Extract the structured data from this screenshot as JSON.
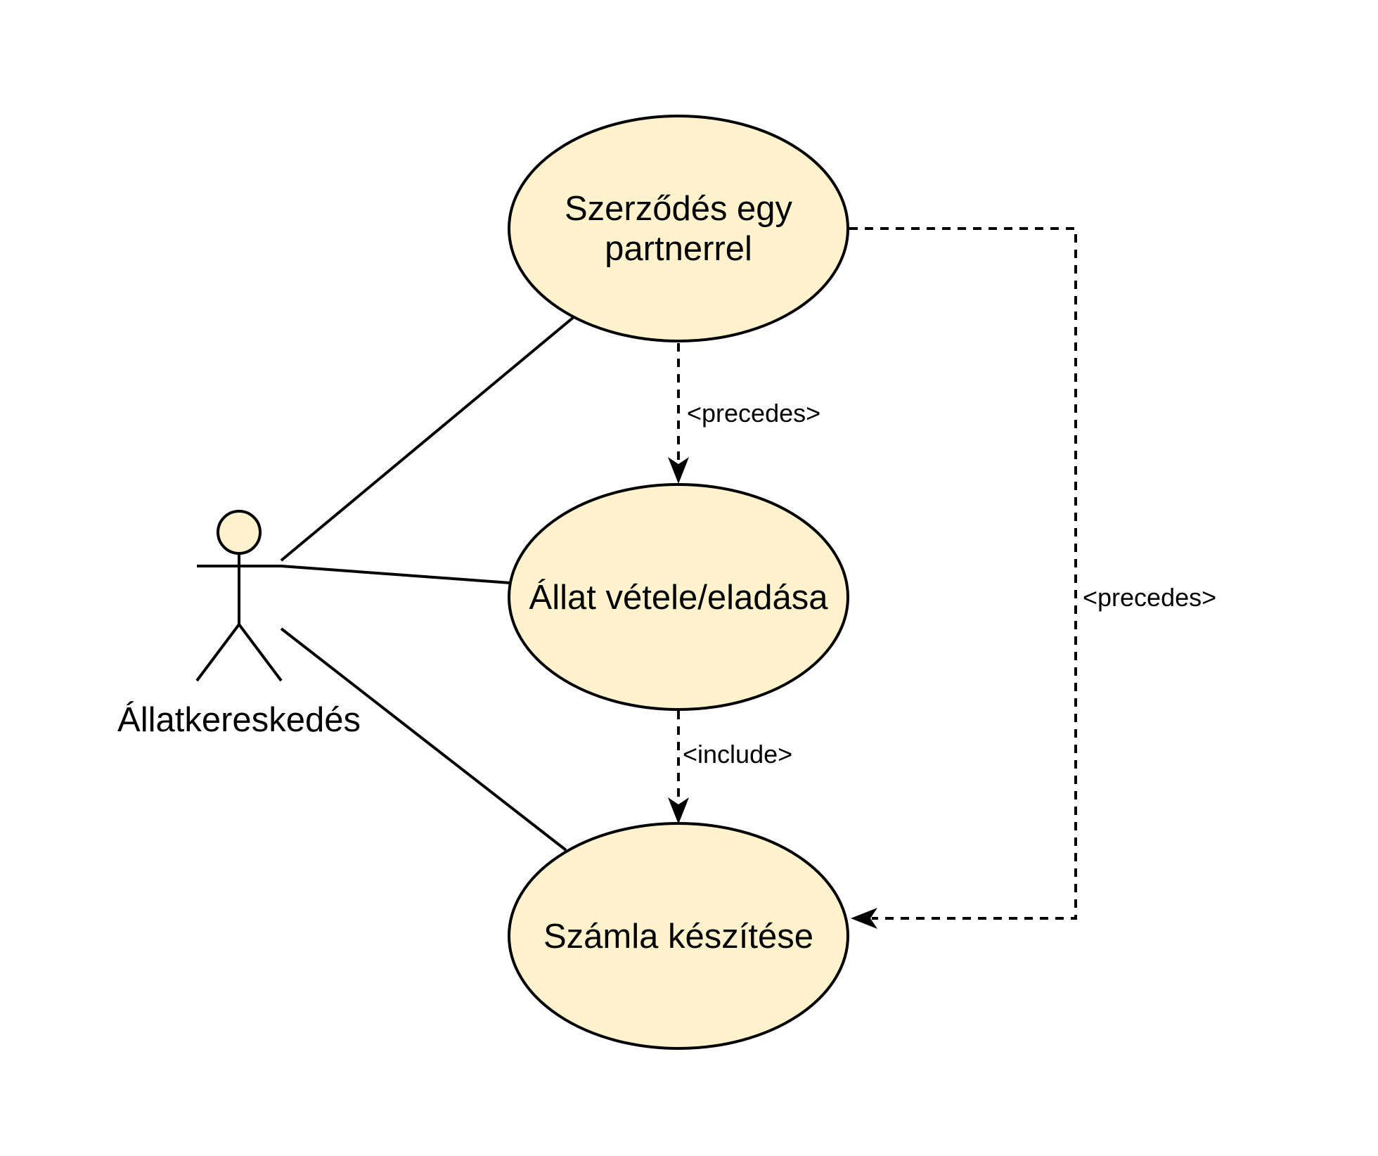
{
  "actor": {
    "label": "Állatkereskedés"
  },
  "use_cases": [
    {
      "id": "contract",
      "line1": "Szerződés egy",
      "line2": "partnerrel"
    },
    {
      "id": "trade",
      "line1": "Állat vétele/eladása"
    },
    {
      "id": "invoice",
      "line1": "Számla készítése"
    }
  ],
  "relations": [
    {
      "from": "contract",
      "to": "trade",
      "label": "<precedes>"
    },
    {
      "from": "trade",
      "to": "invoice",
      "label": "<include>"
    },
    {
      "from": "contract",
      "to": "invoice",
      "label": "<precedes>"
    }
  ],
  "colors": {
    "use_case_fill": "#fff2cc",
    "stroke": "#000000",
    "background": "#ffffff"
  }
}
